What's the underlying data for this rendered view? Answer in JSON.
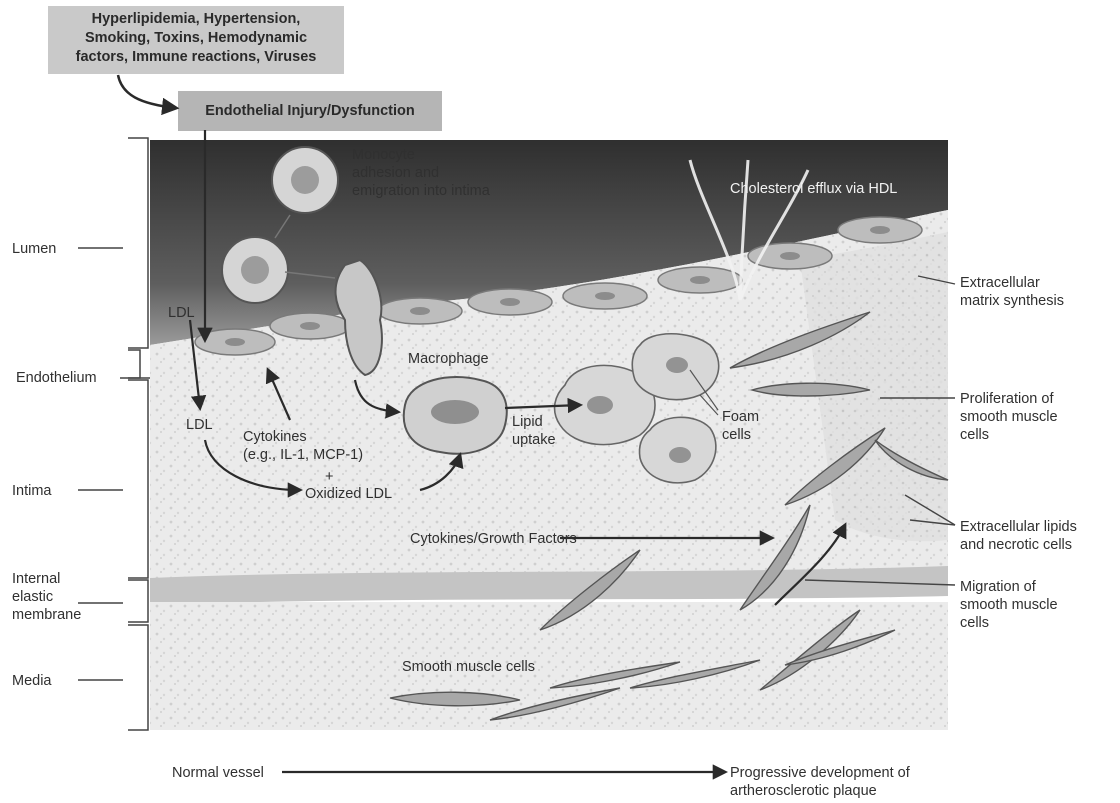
{
  "risk_factors": {
    "lines": [
      "Hyperlipidemia, Hypertension,",
      "Smoking, Toxins, Hemodynamic",
      "factors, Immune reactions, Viruses"
    ]
  },
  "injury_label": "Endothelial Injury/Dysfunction",
  "layers": {
    "lumen": "Lumen",
    "endothelium": "Endothelium",
    "intima": "Intima",
    "iem": [
      "Internal",
      "elastic",
      "membrane"
    ],
    "media": "Media"
  },
  "labels": {
    "monocyte": [
      "Monocyte",
      "adhesion and",
      "emigration into intima"
    ],
    "cholesterol": "Cholesterol efflux via HDL",
    "ldl_top": "LDL",
    "ldl_mid": "LDL",
    "cytokines": [
      "Cytokines",
      "(e.g., IL-1, MCP-1)"
    ],
    "plus": "+",
    "oxidized": "Oxidized LDL",
    "macrophage": "Macrophage",
    "lipid": [
      "Lipid",
      "uptake"
    ],
    "foam": [
      "Foam",
      "cells"
    ],
    "growth": "Cytokines/Growth Factors",
    "smc": "Smooth muscle cells"
  },
  "right_labels": {
    "ecm": [
      "Extracellular",
      "matrix synthesis"
    ],
    "prolif": [
      "Proliferation of",
      "smooth muscle",
      "cells"
    ],
    "lipids": [
      "Extracellular lipids",
      "and necrotic cells"
    ],
    "migration": [
      "Migration of",
      "smooth muscle",
      "cells"
    ]
  },
  "footer": {
    "normal": "Normal vessel",
    "progressive": [
      "Progressive development of",
      "artherosclerotic plaque"
    ]
  },
  "colors": {
    "lumen_top": "#2f2f2f",
    "lumen_bottom": "#8a8a8a",
    "intima": "#e8e8e8",
    "iem": "#c4c4c4",
    "media": "#dedede",
    "cell": "#9a9a9a",
    "arrow": "#333333"
  }
}
